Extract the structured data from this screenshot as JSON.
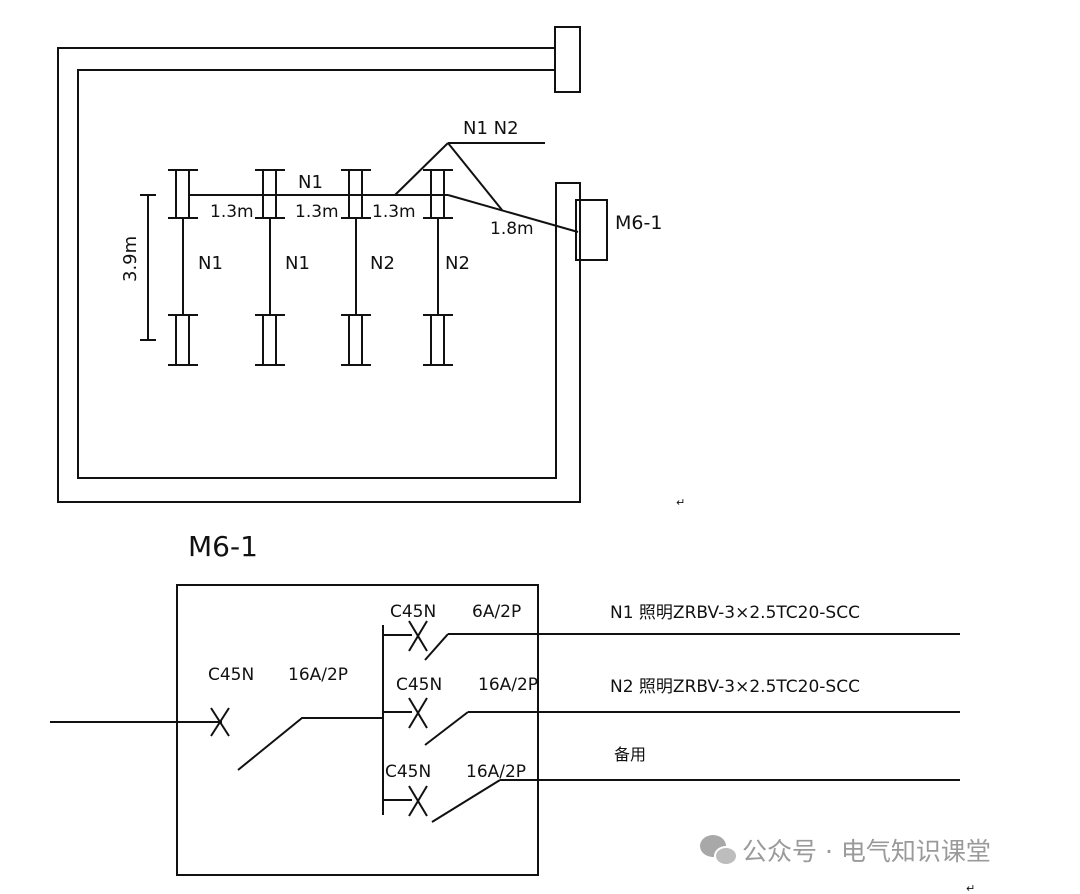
{
  "plan": {
    "conduit_label": "N1 N2",
    "run_label": "N1",
    "spacings": [
      "1.3m",
      "1.3m",
      "1.3m"
    ],
    "feed_length": "1.8m",
    "height_dim": "3.9m",
    "column_circuits": [
      "N1",
      "N1",
      "N2",
      "N2"
    ],
    "panel_label": "M6-1"
  },
  "schematic": {
    "title": "M6-1",
    "main_breaker": {
      "model": "C45N",
      "rating": "16A/2P"
    },
    "branches": [
      {
        "model": "C45N",
        "rating": "6A/2P",
        "circuit": "N1 照明ZRBV-3×2.5TC20-SCC"
      },
      {
        "model": "C45N",
        "rating": "16A/2P",
        "circuit": "N2 照明ZRBV-3×2.5TC20-SCC"
      },
      {
        "model": "C45N",
        "rating": "16A/2P",
        "circuit": "备用"
      }
    ]
  },
  "watermark": "公众号 · 电气知识课堂",
  "return_marks": [
    "↵",
    "↵"
  ]
}
